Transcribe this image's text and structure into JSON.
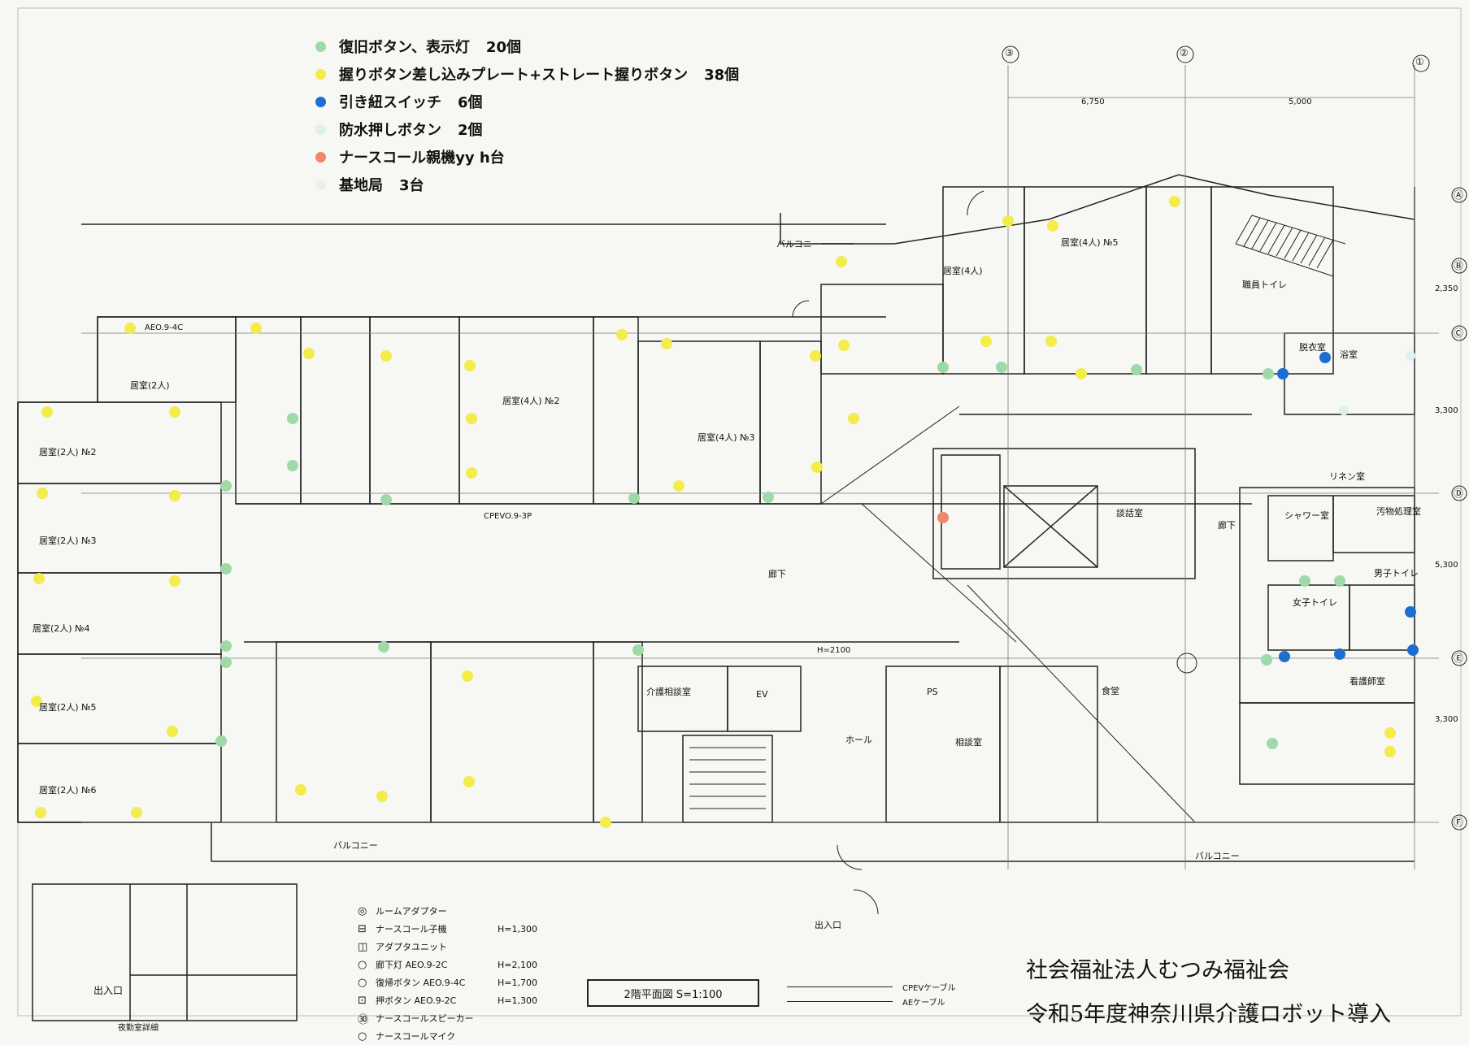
{
  "legend": [
    {
      "color": "#9fd9a9",
      "text": "復旧ボタン、表示灯",
      "count": "20個"
    },
    {
      "color": "#f3ec4a",
      "text": "握りボタン差し込みプレート+ストレート握りボタン",
      "count": "38個"
    },
    {
      "color": "#1c6fd0",
      "text": "引き紐スイッチ",
      "count": "6個"
    },
    {
      "color": "#dff0f0",
      "text": "防水押しボタン",
      "count": "2個"
    },
    {
      "color": "#f0876a",
      "text": "ナースコール親機yy h台",
      "count": ""
    },
    {
      "color": "#eeeeee",
      "text": "基地局",
      "count": "3台"
    }
  ],
  "grid_axes": [
    "③",
    "②",
    "①",
    "Ⓐ",
    "Ⓑ",
    "Ⓒ",
    "Ⓓ",
    "Ⓔ",
    "Ⓕ"
  ],
  "dimensions": [
    "6,750",
    "5,000",
    "2,350",
    "3,300",
    "5,300",
    "3,300"
  ],
  "rooms": [
    {
      "label": "居室(2人)"
    },
    {
      "label": "居室(2人) №2"
    },
    {
      "label": "居室(2人) №3"
    },
    {
      "label": "居室(2人) №4"
    },
    {
      "label": "居室(2人) №5"
    },
    {
      "label": "居室(2人) №6"
    },
    {
      "label": "居室(4人) №2"
    },
    {
      "label": "居室(4人) №3"
    },
    {
      "label": "居室(4人) №5"
    },
    {
      "label": "居室(4人)"
    },
    {
      "label": "廊下"
    },
    {
      "label": "廊下"
    },
    {
      "label": "ホール"
    },
    {
      "label": "バルコニー"
    },
    {
      "label": "バルコニー"
    },
    {
      "label": "バルコニー"
    },
    {
      "label": "シャワー室"
    },
    {
      "label": "リネン室"
    },
    {
      "label": "男子トイレ"
    },
    {
      "label": "女子トイレ"
    },
    {
      "label": "汚物処理室"
    },
    {
      "label": "浴室"
    },
    {
      "label": "脱衣室"
    },
    {
      "label": "介護相談室"
    },
    {
      "label": "EV"
    },
    {
      "label": "PS"
    },
    {
      "label": "相談室"
    },
    {
      "label": "食堂"
    },
    {
      "label": "職員トイレ"
    },
    {
      "label": "出入口"
    },
    {
      "label": "談話室"
    },
    {
      "label": "看護師室"
    }
  ],
  "equipment_legend": [
    {
      "symbol": "◎",
      "name": "ルームアダプター",
      "height": ""
    },
    {
      "symbol": "⊟",
      "name": "ナースコール子機",
      "height": "H=1,300"
    },
    {
      "symbol": "◫",
      "name": "アダプタユニット",
      "height": ""
    },
    {
      "symbol": "○",
      "name": "廊下灯  AEO.9-2C",
      "height": "H=2,100"
    },
    {
      "symbol": "○",
      "name": "復帰ボタン AEO.9-4C",
      "height": "H=1,700"
    },
    {
      "symbol": "⊡",
      "name": "押ボタン AEO.9-2C",
      "height": "H=1,300"
    },
    {
      "symbol": "㉚",
      "name": "ナースコールスピーカー",
      "height": ""
    },
    {
      "symbol": "○",
      "name": "ナースコールマイク",
      "height": ""
    }
  ],
  "plan_title": "2階平面図  S=1:100",
  "cables": [
    "CPEVケーブル",
    "AEケーブル"
  ],
  "organization": "社会福祉法人むつみ福祉会",
  "subtitle": "令和5年度神奈川県介護ロボット導入",
  "small_notes": [
    "出入口",
    "夜勤室詳細",
    "CPEVO.9-3P",
    "AEO.9-4C",
    "H=2100"
  ]
}
